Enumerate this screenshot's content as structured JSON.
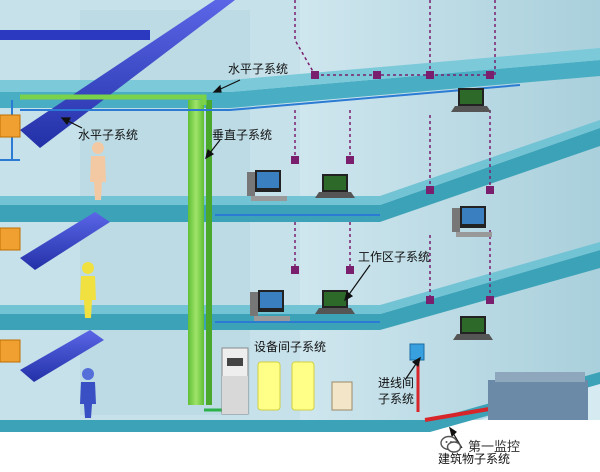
{
  "labels": {
    "horizontal_upper": "水平子系统",
    "horizontal_left": "水平子系统",
    "vertical": "垂直子系统",
    "work_area": "工作区子系统",
    "equipment_room": "设备间子系统",
    "entrance_line1": "进线间",
    "entrance_line2": "子系统",
    "building_complex": "建筑物子系统"
  },
  "watermark": {
    "text": "第一监控"
  },
  "colors": {
    "floor_slab": "#49aec3",
    "wall": "#b8d9e3",
    "backbone": "#3a45c8",
    "horizontal_cable": "#2b7bd4",
    "vertical_riser": "#7ad24a",
    "outlet": "#7a1f6e",
    "entrance_cable": "#d8252a",
    "orange_panel": "#f0a030",
    "server_yellow": "#ffff88"
  }
}
